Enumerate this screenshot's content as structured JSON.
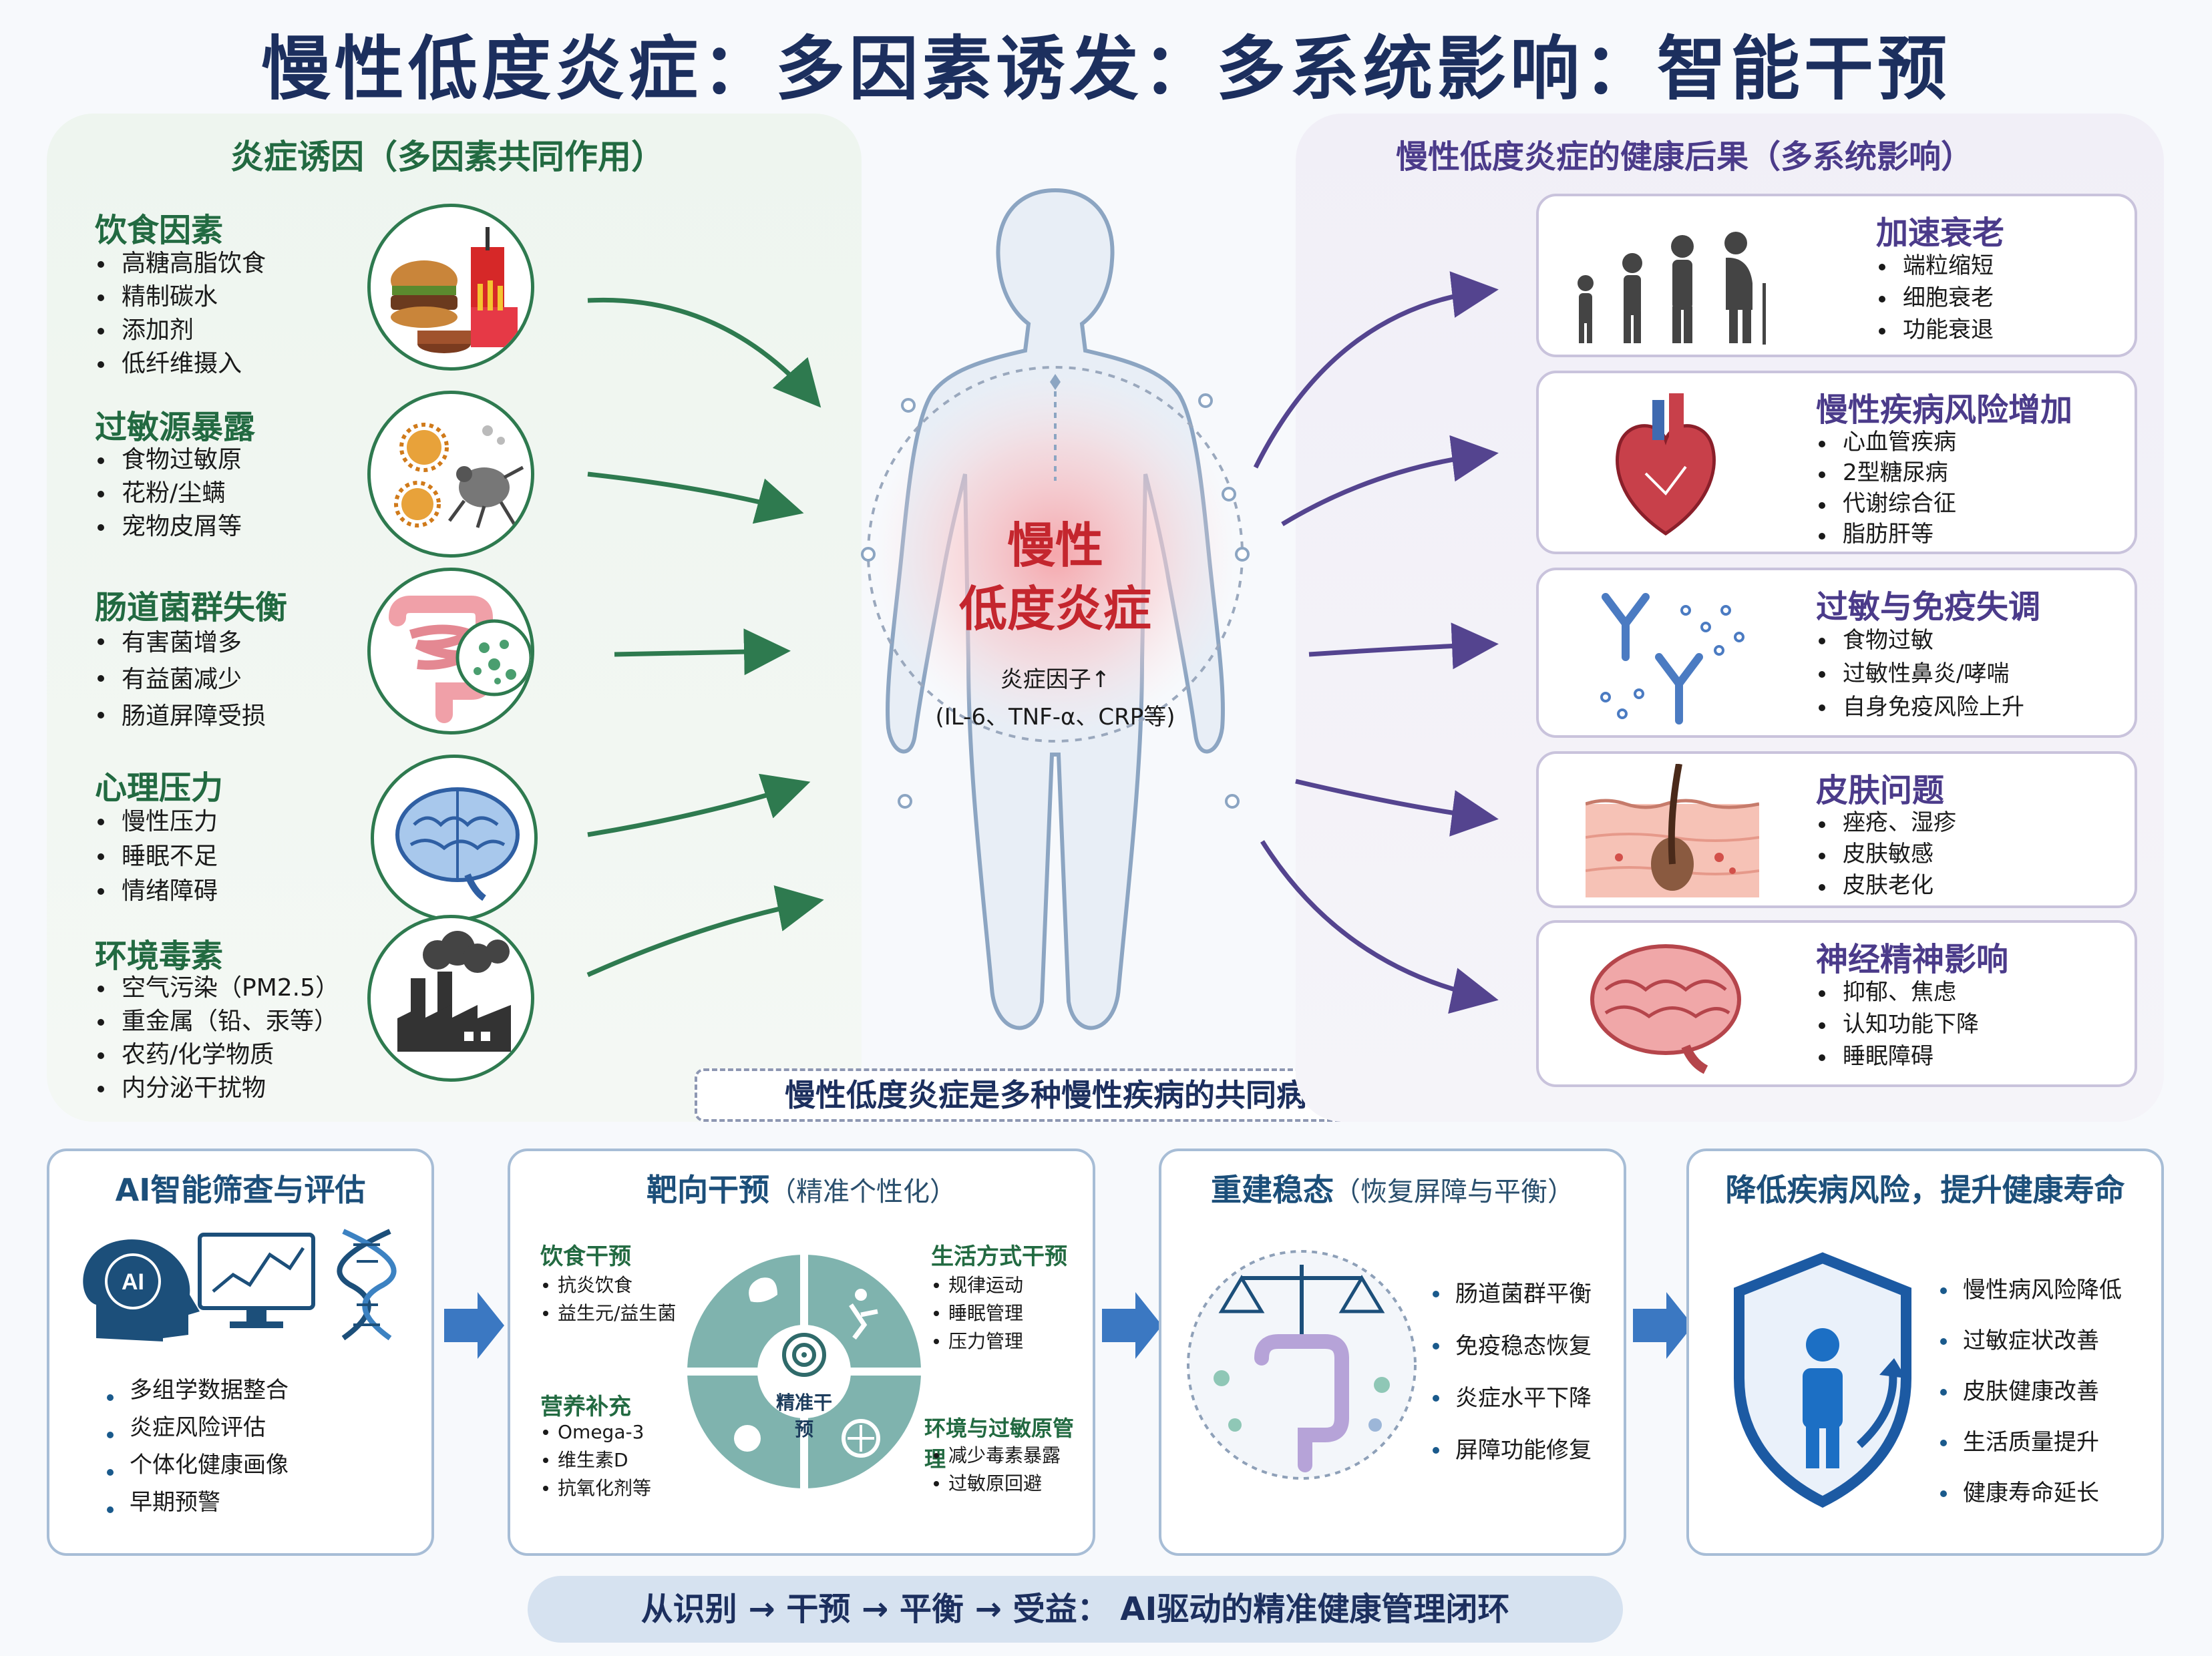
{
  "title": "慢性低度炎症：多因素诱发：多系统影响：智能干预",
  "left_panel": {
    "title": "炎症诱因（多因素共同作用）",
    "causes": [
      {
        "title": "饮食因素",
        "items": [
          "高糖高脂饮食",
          "精制碳水",
          "添加剂",
          "低纤维摄入"
        ]
      },
      {
        "title": "过敏源暴露",
        "items": [
          "食物过敏原",
          "花粉/尘螨",
          "宠物皮屑等"
        ]
      },
      {
        "title": "肠道菌群失衡",
        "items": [
          "有害菌增多",
          "有益菌减少",
          "肠道屏障受损"
        ]
      },
      {
        "title": "心理压力",
        "items": [
          "慢性压力",
          "睡眠不足",
          "情绪障碍"
        ]
      },
      {
        "title": "环境毒素",
        "items": [
          "空气污染（PM2.5）",
          "重金属（铅、汞等）",
          "农药/化学物质",
          "内分泌干扰物"
        ]
      }
    ]
  },
  "center": {
    "label_line1": "慢性",
    "label_line2": "低度炎症",
    "factor_line1": "炎症因子↑",
    "factor_line2": "(IL-6、TNF-α、CRP等)",
    "banner": "慢性低度炎症是多种慢性疾病的共同病理基础"
  },
  "right_panel": {
    "title": "慢性低度炎症的健康后果（多系统影响）",
    "effects": [
      {
        "title": "加速衰老",
        "items": [
          "端粒缩短",
          "细胞衰老",
          "功能衰退"
        ]
      },
      {
        "title": "慢性疾病风险增加",
        "items": [
          "心血管疾病",
          "2型糖尿病",
          "代谢综合征",
          "脂肪肝等"
        ]
      },
      {
        "title": "过敏与免疫失调",
        "items": [
          "食物过敏",
          "过敏性鼻炎/哮喘",
          "自身免疫风险上升"
        ]
      },
      {
        "title": "皮肤问题",
        "items": [
          "痤疮、湿疹",
          "皮肤敏感",
          "皮肤老化"
        ]
      },
      {
        "title": "神经精神影响",
        "items": [
          "抑郁、焦虑",
          "认知功能下降",
          "睡眠障碍"
        ]
      }
    ]
  },
  "cards": {
    "ai": {
      "title": "AI智能筛查与评估",
      "ai_badge": "AI",
      "items": [
        "多组学数据整合",
        "炎症风险评估",
        "个体化健康画像",
        "早期预警"
      ]
    },
    "target": {
      "title": "靶向干预",
      "subtitle": "（精准个性化）",
      "center": "精准干预",
      "groups": [
        {
          "title": "饮食干预",
          "items": [
            "抗炎饮食",
            "益生元/益生菌"
          ]
        },
        {
          "title": "生活方式干预",
          "items": [
            "规律运动",
            "睡眠管理",
            "压力管理"
          ]
        },
        {
          "title": "营养补充",
          "items": [
            "Omega-3",
            "维生素D",
            "抗氧化剂等"
          ]
        },
        {
          "title": "环境与过敏原管理",
          "items": [
            "减少毒素暴露",
            "过敏原回避"
          ]
        }
      ]
    },
    "rebuild": {
      "title": "重建稳态",
      "subtitle": "（恢复屏障与平衡）",
      "items": [
        "肠道菌群平衡",
        "免疫稳态恢复",
        "炎症水平下降",
        "屏障功能修复"
      ]
    },
    "outcome": {
      "title": "降低疾病风险，提升健康寿命",
      "items": [
        "慢性病风险降低",
        "过敏症状改善",
        "皮肤健康改善",
        "生活质量提升",
        "健康寿命延长"
      ]
    }
  },
  "footer": "从识别 → 干预 → 平衡 → 受益： AI驱动的精准健康管理闭环",
  "colors": {
    "title": "#1c2f5e",
    "green": "#226a41",
    "purple": "#4b3b8a",
    "teal": "#6fa9a3",
    "blue": "#1c4f7a"
  }
}
